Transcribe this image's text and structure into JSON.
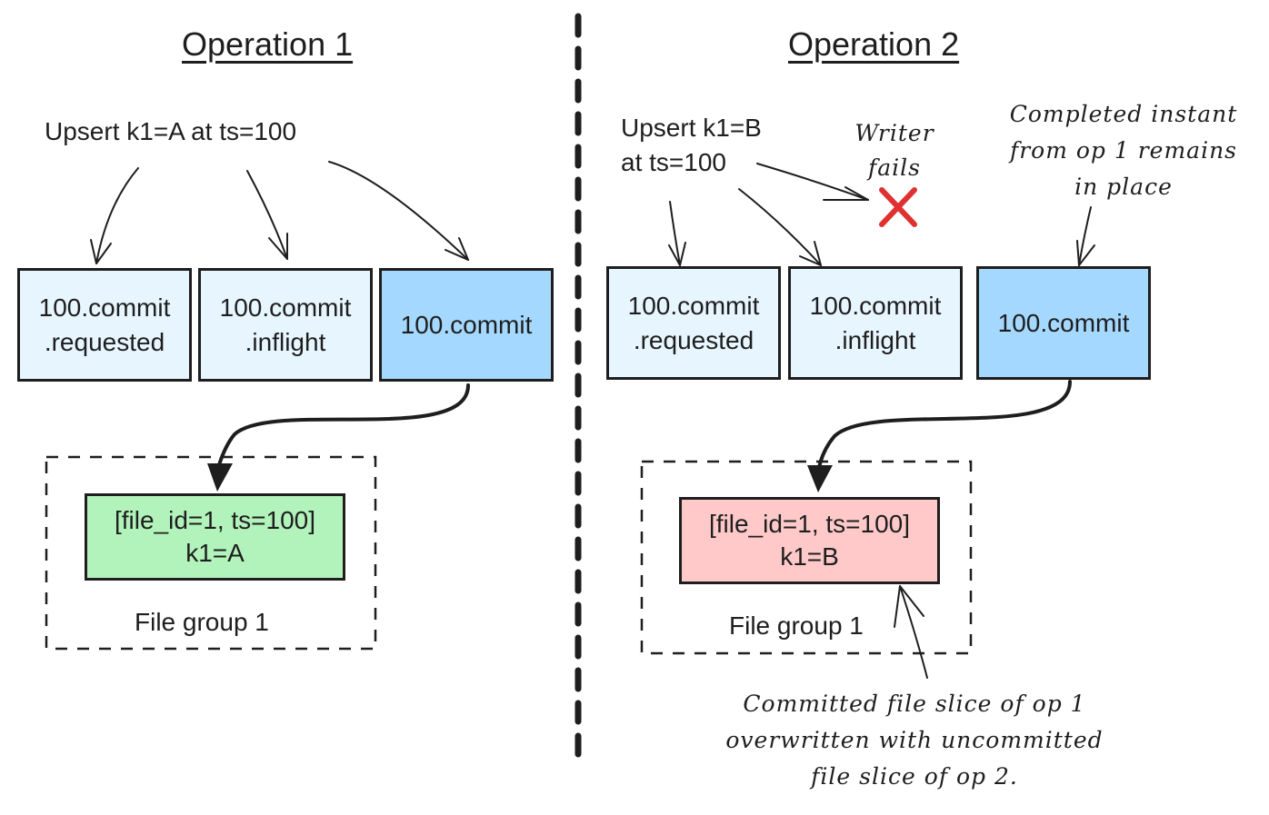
{
  "op1": {
    "title": "Operation 1",
    "upsert_label": "Upsert k1=A at ts=100",
    "instants": [
      {
        "line1": "100.commit",
        "line2": ".requested"
      },
      {
        "line1": "100.commit",
        "line2": ".inflight"
      },
      {
        "line1": "100.commit",
        "line2": ""
      }
    ],
    "file_slice": {
      "line1": "[file_id=1, ts=100]",
      "line2": "k1=A"
    },
    "file_group": "File group 1"
  },
  "op2": {
    "title": "Operation 2",
    "upsert_line1": "Upsert k1=B",
    "upsert_line2": "at ts=100",
    "writer_fails_line1": "Writer",
    "writer_fails_line2": "fails",
    "completed_note": [
      "Completed instant",
      "from op 1 remains",
      "in place"
    ],
    "instants": [
      {
        "line1": "100.commit",
        "line2": ".requested"
      },
      {
        "line1": "100.commit",
        "line2": ".inflight"
      },
      {
        "line1": "100.commit",
        "line2": ""
      }
    ],
    "file_slice": {
      "line1": "[file_id=1, ts=100]",
      "line2": "k1=B"
    },
    "file_group": "File group 1",
    "overwrite_note": [
      "Committed file slice of op 1",
      "overwritten with uncommitted",
      "file slice of op 2."
    ]
  },
  "colors": {
    "instant_pending": "#e7f5ff",
    "instant_completed": "#a5d8ff",
    "slice_committed": "#b2f2bb",
    "slice_uncommitted": "#ffc9c9",
    "failure_mark": "#e03131"
  },
  "icons": {
    "failure": "x-mark-icon"
  }
}
